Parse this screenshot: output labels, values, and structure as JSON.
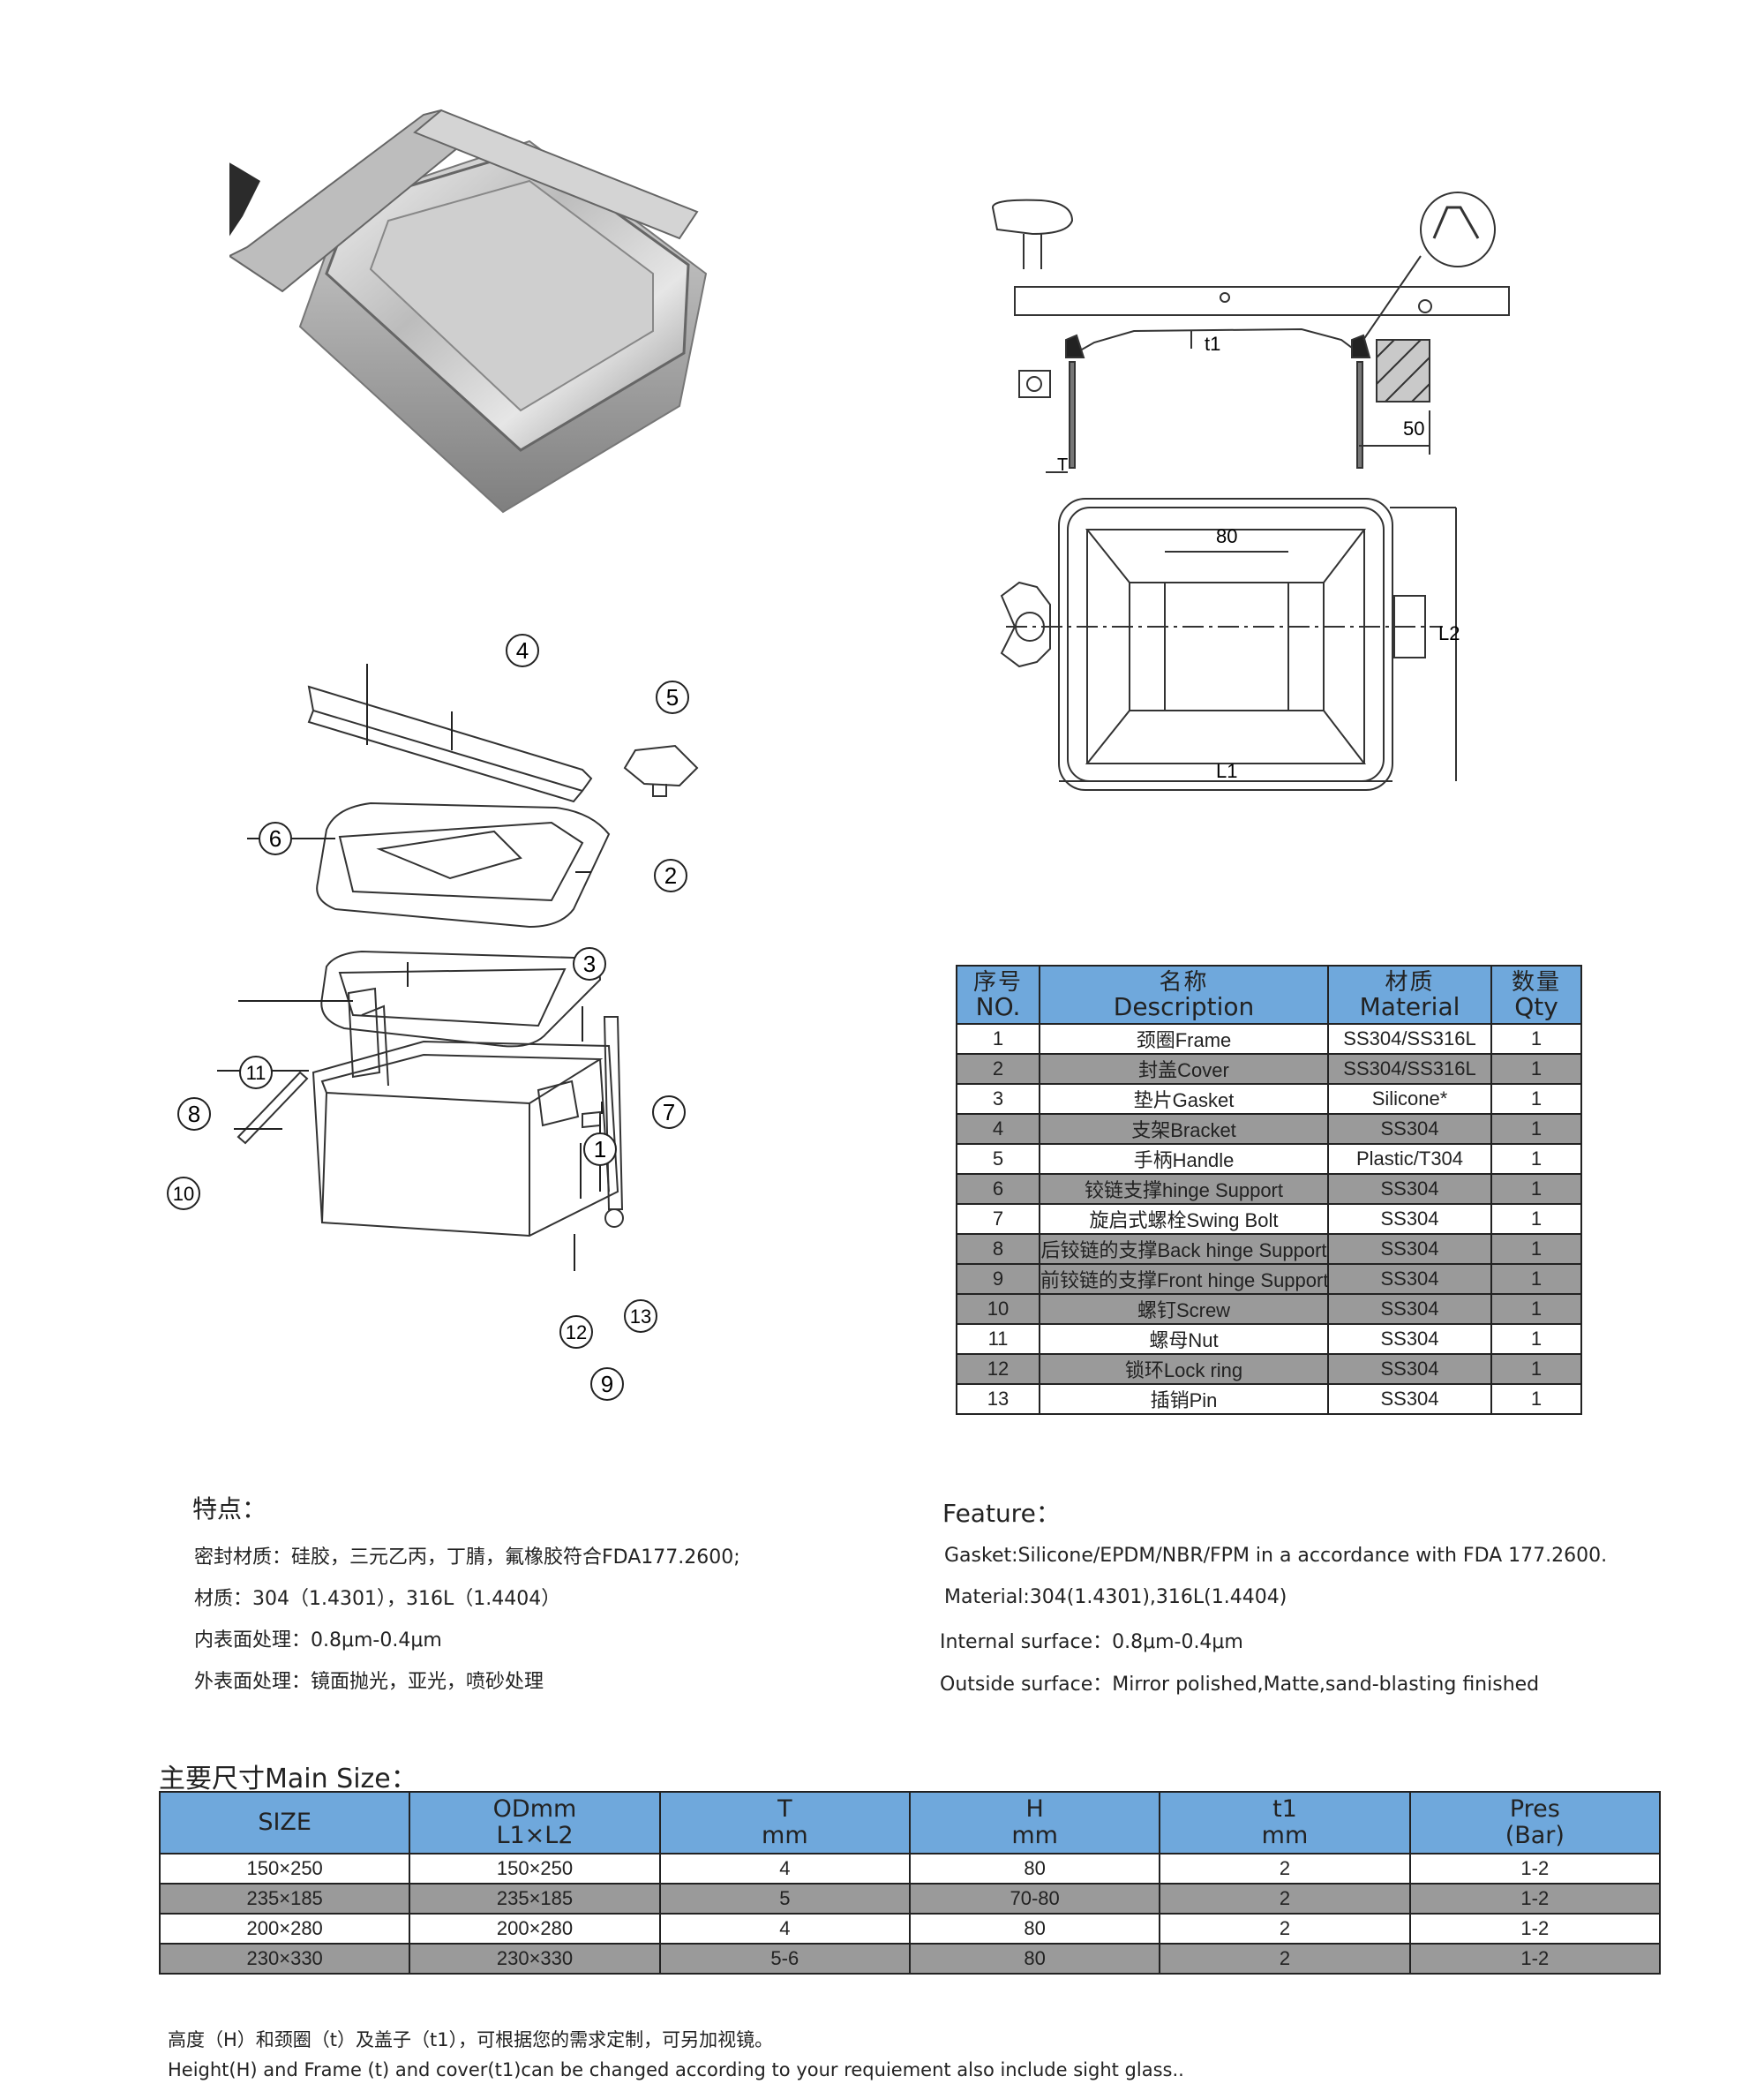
{
  "colors": {
    "header_blue": "#6fa8dc",
    "row_gray": "#9a9a9a",
    "line": "#222222"
  },
  "callouts": [
    "1",
    "2",
    "3",
    "4",
    "5",
    "6",
    "7",
    "8",
    "9",
    "10",
    "11",
    "12",
    "13"
  ],
  "drawing": {
    "t1": "t1",
    "t": "T",
    "fifty": "50",
    "eighty": "80",
    "l1": "L1",
    "l2": "L2"
  },
  "parts": {
    "headers": [
      {
        "zh": "序号",
        "en": "NO."
      },
      {
        "zh": "名称",
        "en": "Description"
      },
      {
        "zh": "材质",
        "en": "Material"
      },
      {
        "zh": "数量",
        "en": "Qty"
      }
    ],
    "rows": [
      {
        "no": "1",
        "desc": "颈圈Frame",
        "mat": "SS304/SS316L",
        "qty": "1"
      },
      {
        "no": "2",
        "desc": "封盖Cover",
        "mat": "SS304/SS316L",
        "qty": "1"
      },
      {
        "no": "3",
        "desc": "垫片Gasket",
        "mat": "Silicone*",
        "qty": "1"
      },
      {
        "no": "4",
        "desc": "支架Bracket",
        "mat": "SS304",
        "qty": "1"
      },
      {
        "no": "5",
        "desc": "手柄Handle",
        "mat": "Plastic/T304",
        "qty": "1"
      },
      {
        "no": "6",
        "desc": "铰链支撑hinge Support",
        "mat": "SS304",
        "qty": "1"
      },
      {
        "no": "7",
        "desc": "旋启式螺栓Swing Bolt",
        "mat": "SS304",
        "qty": "1"
      },
      {
        "no": "8",
        "desc": "后铰链的支撑Back hinge Support",
        "mat": "SS304",
        "qty": "1"
      },
      {
        "no": "9",
        "desc": "前铰链的支撑Front hinge Support",
        "mat": "SS304",
        "qty": "1"
      },
      {
        "no": "10",
        "desc": "螺钉Screw",
        "mat": "SS304",
        "qty": "1"
      },
      {
        "no": "11",
        "desc": "螺母Nut",
        "mat": "SS304",
        "qty": "1"
      },
      {
        "no": "12",
        "desc": "锁环Lock ring",
        "mat": "SS304",
        "qty": "1"
      },
      {
        "no": "13",
        "desc": "插销Pin",
        "mat": "SS304",
        "qty": "1"
      }
    ]
  },
  "features_zh": {
    "title": "特点：",
    "lines": [
      "密封材质：硅胶，三元乙丙，丁腈，氟橡胶符合FDA177.2600;",
      "材质：304（1.4301），316L（1.4404）",
      "内表面处理：0.8μm-0.4μm",
      "外表面处理：镜面抛光，亚光，喷砂处理"
    ]
  },
  "features_en": {
    "title": "Feature：",
    "lines": [
      "Gasket:Silicone/EPDM/NBR/FPM in a accordance with FDA 177.2600.",
      "Material:304(1.4301),316L(1.4404)",
      "Internal surface：0.8μm-0.4μm",
      "Outside surface：Mirror polished,Matte,sand-blasting finished"
    ]
  },
  "sizes": {
    "title": "主要尺寸Main Size：",
    "headers": [
      {
        "l1": "SIZE",
        "l2": ""
      },
      {
        "l1": "ODmm",
        "l2": "L1×L2"
      },
      {
        "l1": "T",
        "l2": "mm"
      },
      {
        "l1": "H",
        "l2": "mm"
      },
      {
        "l1": "t1",
        "l2": "mm"
      },
      {
        "l1": "Pres",
        "l2": "(Bar)"
      }
    ],
    "rows": [
      [
        "150×250",
        "150×250",
        "4",
        "80",
        "2",
        "1-2"
      ],
      [
        "235×185",
        "235×185",
        "5",
        "70-80",
        "2",
        "1-2"
      ],
      [
        "200×280",
        "200×280",
        "4",
        "80",
        "2",
        "1-2"
      ],
      [
        "230×330",
        "230×330",
        "5-6",
        "80",
        "2",
        "1-2"
      ]
    ]
  },
  "notes": {
    "zh": "高度（H）和颈圈（t）及盖子（t1），可根据您的需求定制，可另加视镜。",
    "en": "Height(H) and Frame (t) and cover(t1)can be changed according to your requiement  also include sight glass.."
  }
}
